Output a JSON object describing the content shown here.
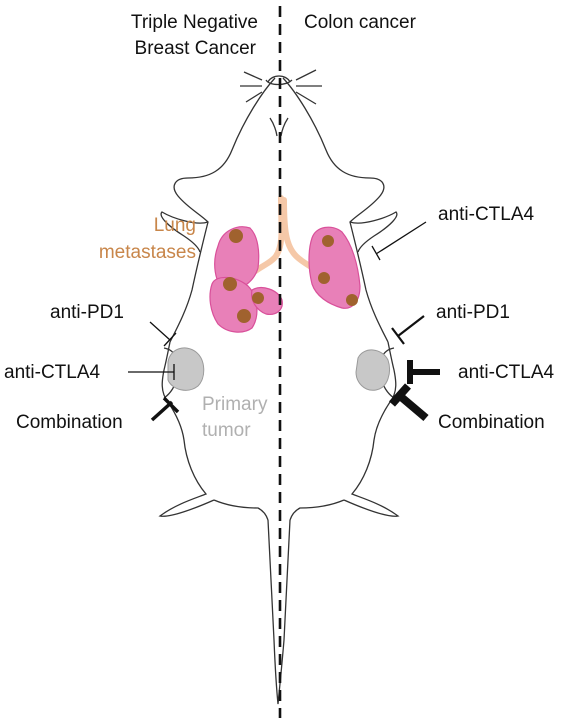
{
  "headers": {
    "left_line1": "Triple Negative",
    "left_line2": "Breast Cancer",
    "right": "Colon cancer"
  },
  "organ_label": {
    "line1": "Lung",
    "line2": "metastases"
  },
  "tumor_label": {
    "line1": "Primary",
    "line2": "tumor"
  },
  "left_treatments": {
    "pd1": "anti-PD1",
    "ctla4": "anti-CTLA4",
    "combination": "Combination"
  },
  "right_treatments": {
    "ctla4_top": "anti-CTLA4",
    "pd1": "anti-PD1",
    "ctla4": "anti-CTLA4",
    "combination": "Combination"
  },
  "colors": {
    "lung_fill": "#e880b8",
    "lung_stroke": "#d9509a",
    "nodule": "#a0622e",
    "trachea": "#f5c8a8",
    "tumor_fill": "#c8c8c8",
    "orange_text": "#c8864a",
    "grey_text": "#b0b0b0",
    "outline": "#333333"
  }
}
